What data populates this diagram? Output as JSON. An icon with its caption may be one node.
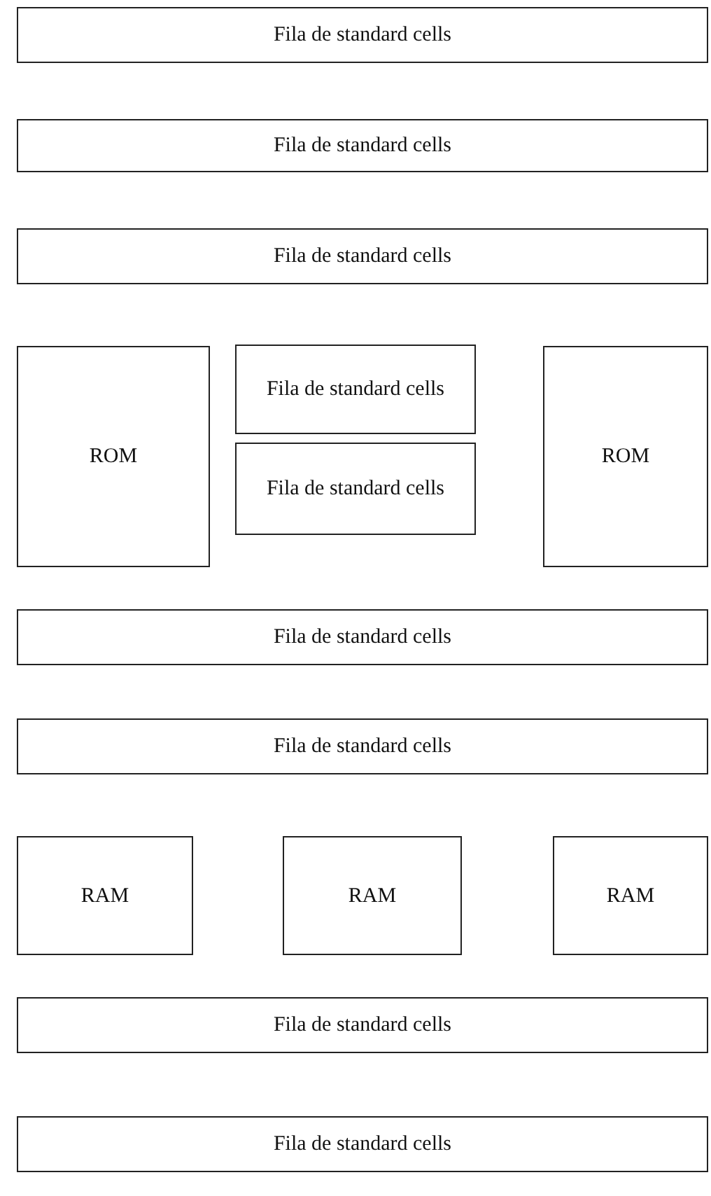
{
  "diagram": {
    "nodes": [
      {
        "text": [
          "Fila de standard cells"
        ]
      },
      {
        "text": [
          "Fila de standard cells"
        ]
      },
      {
        "text": [
          "Fila de standard cells"
        ]
      },
      {
        "text": [
          "ROM"
        ]
      },
      {
        "text": [
          "Fila de standard cells"
        ]
      },
      {
        "text": [
          "Fila de standard cells"
        ]
      },
      {
        "text": [
          "ROM"
        ]
      },
      {
        "text": [
          "Fila de standard cells"
        ]
      },
      {
        "text": [
          "Fila de standard cells"
        ]
      },
      {
        "text": [
          "RAM"
        ]
      },
      {
        "text": [
          "RAM"
        ]
      },
      {
        "text": [
          "RAM"
        ]
      },
      {
        "text": [
          "Fila de standard cells"
        ]
      },
      {
        "text": [
          "Fila de standard cells"
        ]
      }
    ]
  }
}
